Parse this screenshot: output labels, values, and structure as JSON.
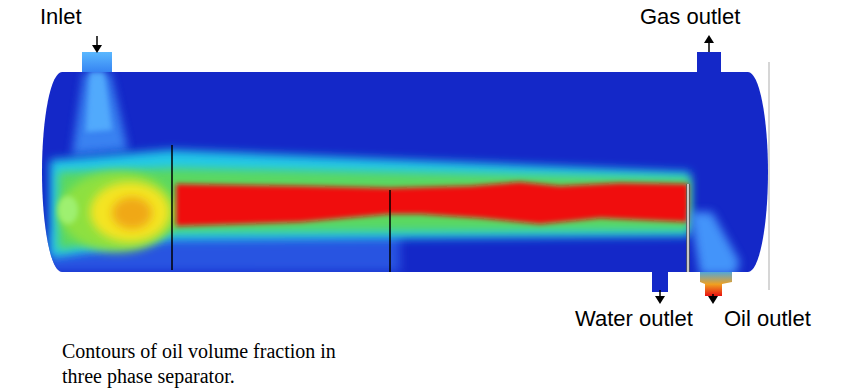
{
  "diagram": {
    "caption": "Contours of oil volume fraction in three phase separator.",
    "labels": [
      "Inlet",
      "Gas outlet",
      "Water outlet",
      "Oil outlet"
    ]
  }
}
